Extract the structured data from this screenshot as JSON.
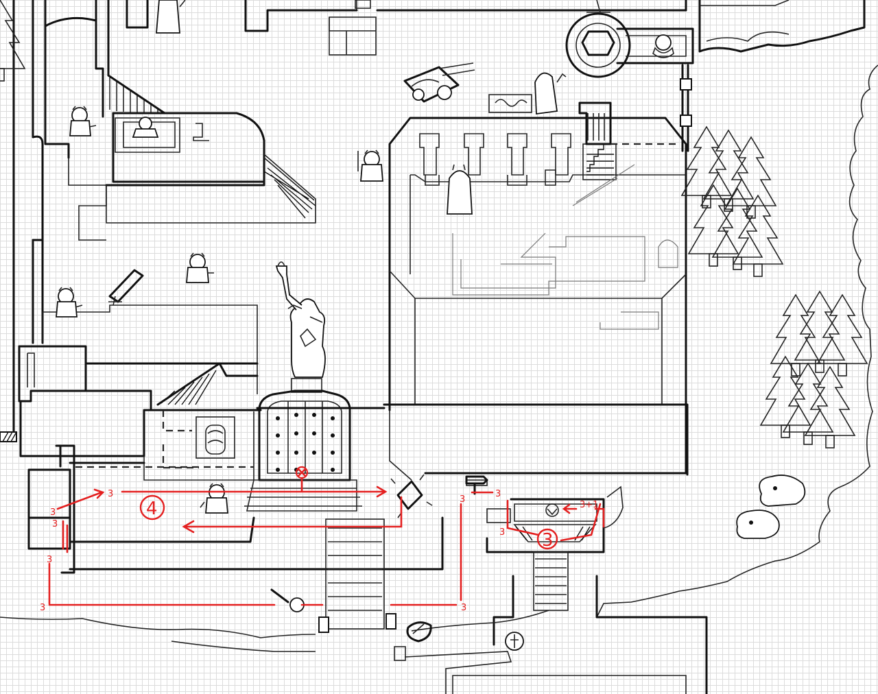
{
  "map": {
    "style": "hand-drawn ink on graph paper",
    "ink_color": "#111111",
    "grid_color": "#dcdcdc",
    "annotation_color": "#e41f1f"
  },
  "annotations": {
    "route_number": "4",
    "area_number": "3",
    "step_marker": "3",
    "step_marker_alt": "3+1"
  },
  "icons": {
    "statue": "torch-statue-icon",
    "gate": "iron-gate-icon",
    "crystal": "glowing-crystal-icon",
    "cannon": "cannon-icon",
    "cart": "hand-cart-icon",
    "trees": "pine-tree-icon",
    "slimes": "slime-creature-icon",
    "guards": "guard-creature-icon",
    "closed_mark": "circled-x-icon"
  }
}
